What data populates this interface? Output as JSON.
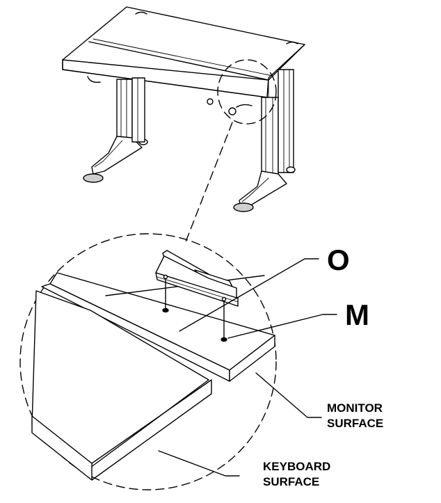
{
  "labels": {
    "part_o": "O",
    "part_m": "M",
    "monitor_line1": "MONITOR",
    "monitor_line2": "SURFACE",
    "keyboard_line1": "KEYBOARD",
    "keyboard_line2": "SURFACE"
  }
}
